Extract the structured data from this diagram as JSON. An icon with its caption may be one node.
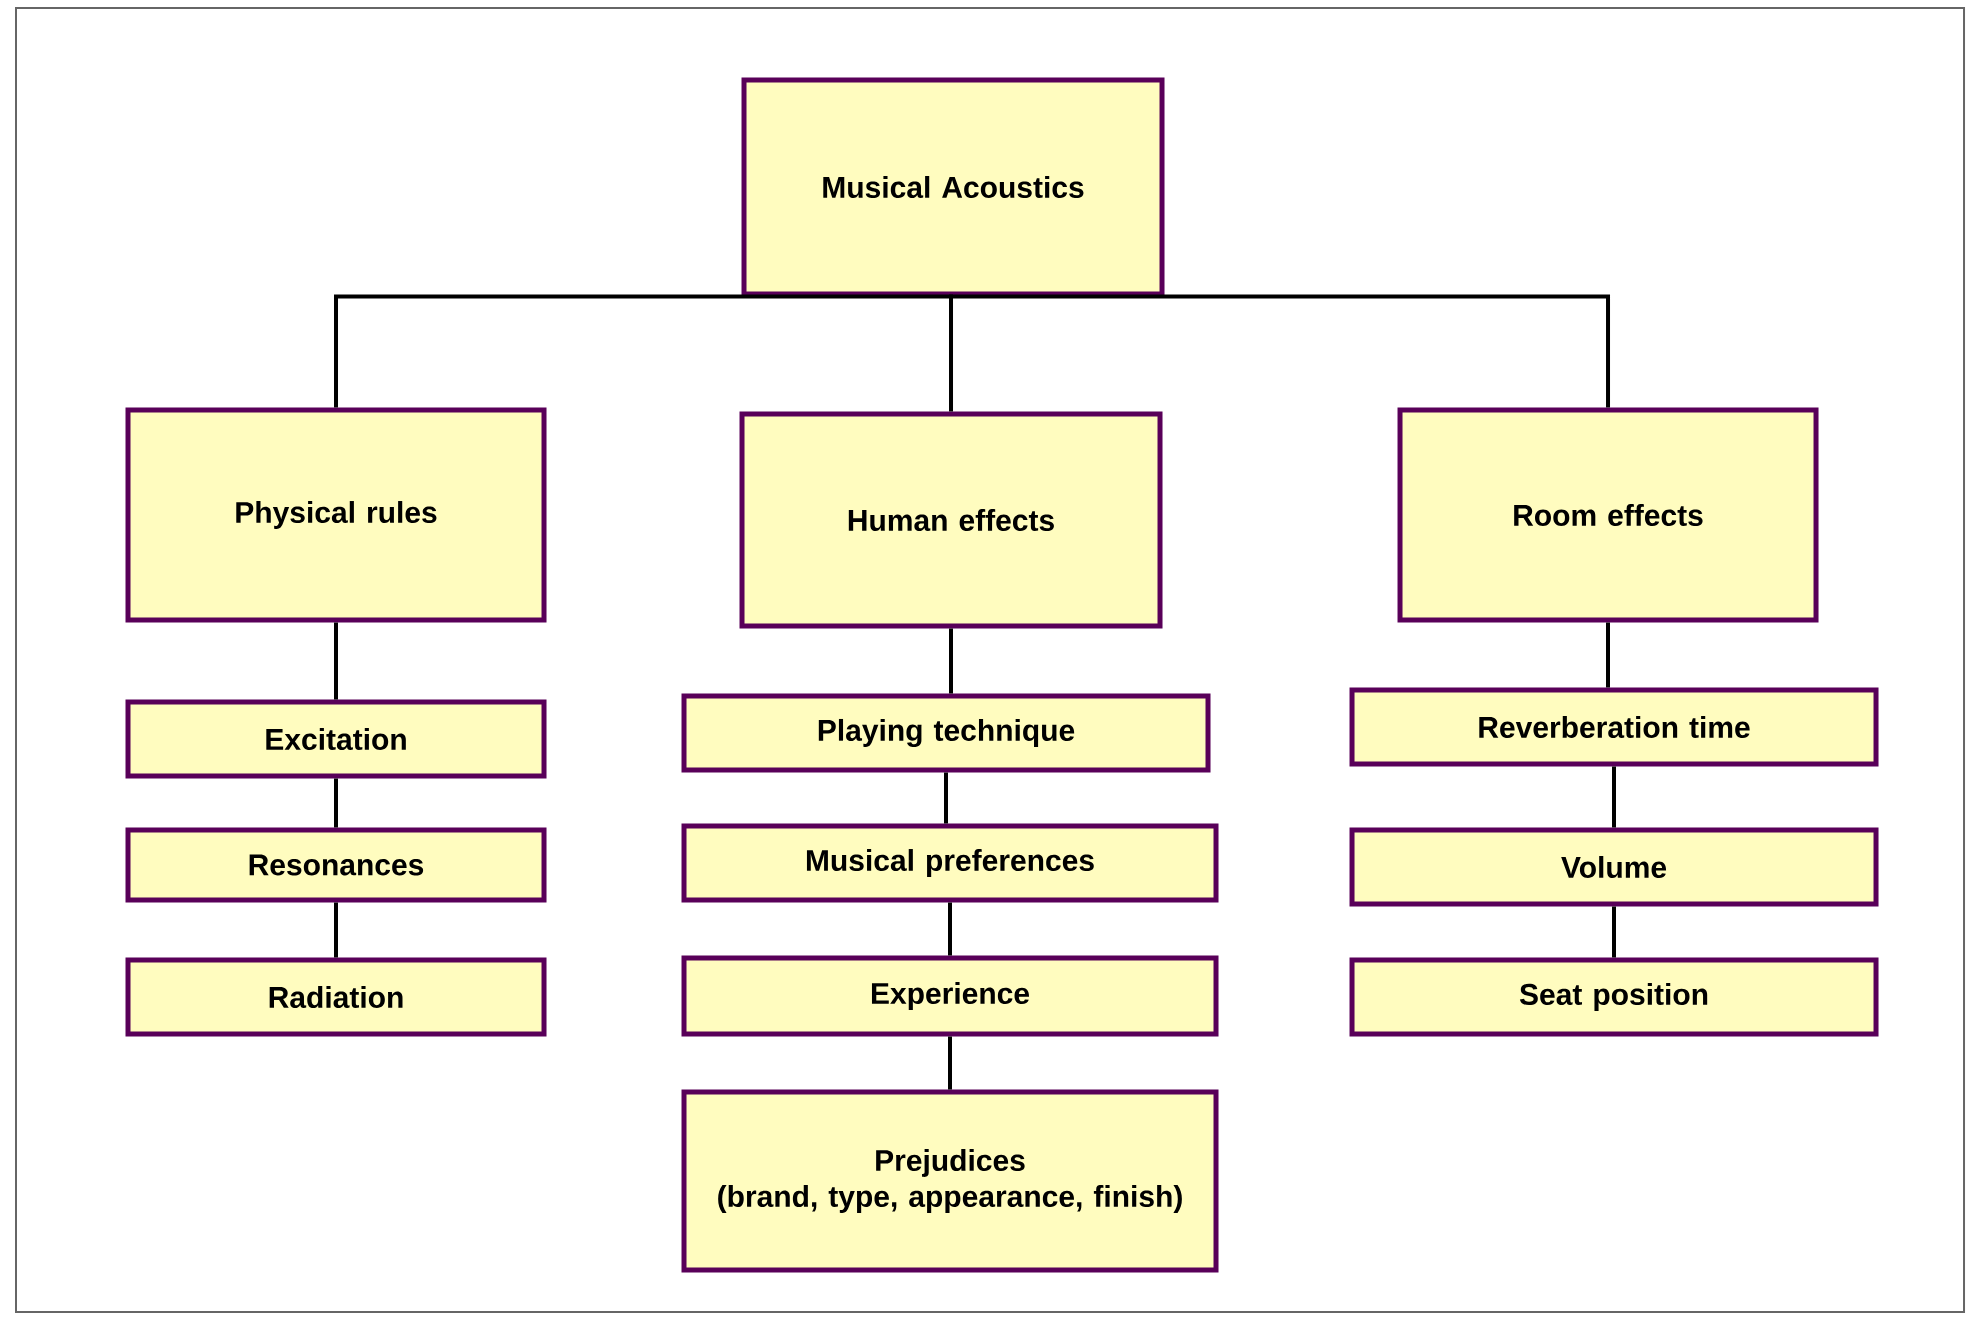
{
  "diagram": {
    "nodes": [
      {
        "text": [
          "Musical Acoustics"
        ]
      },
      {
        "text": [
          "Physical rules"
        ]
      },
      {
        "text": [
          "Human effects"
        ]
      },
      {
        "text": [
          "Room effects"
        ]
      },
      {
        "text": [
          "Excitation"
        ]
      },
      {
        "text": [
          "Resonances"
        ]
      },
      {
        "text": [
          "Radiation"
        ]
      },
      {
        "text": [
          "Playing technique"
        ]
      },
      {
        "text": [
          "Musical preferences"
        ]
      },
      {
        "text": [
          "Experience"
        ]
      },
      {
        "text": [
          "Prejudices",
          "(brand, type, appearance, finish)"
        ]
      },
      {
        "text": [
          "Reverberation time"
        ]
      },
      {
        "text": [
          "Volume"
        ]
      },
      {
        "text": [
          "Seat position"
        ]
      }
    ],
    "edges": [
      {
        "from": 0,
        "to": 1,
        "arrow": "none"
      },
      {
        "from": 0,
        "to": 2,
        "arrow": "none"
      },
      {
        "from": 0,
        "to": 3,
        "arrow": "none"
      },
      {
        "from": 1,
        "to": 4,
        "arrow": "none"
      },
      {
        "from": 4,
        "to": 5,
        "arrow": "none"
      },
      {
        "from": 5,
        "to": 6,
        "arrow": "none"
      },
      {
        "from": 2,
        "to": 7,
        "arrow": "none"
      },
      {
        "from": 7,
        "to": 8,
        "arrow": "none"
      },
      {
        "from": 8,
        "to": 9,
        "arrow": "none"
      },
      {
        "from": 9,
        "to": 10,
        "arrow": "none"
      },
      {
        "from": 3,
        "to": 11,
        "arrow": "none"
      },
      {
        "from": 11,
        "to": 12,
        "arrow": "none"
      },
      {
        "from": 12,
        "to": 13,
        "arrow": "none"
      }
    ]
  }
}
